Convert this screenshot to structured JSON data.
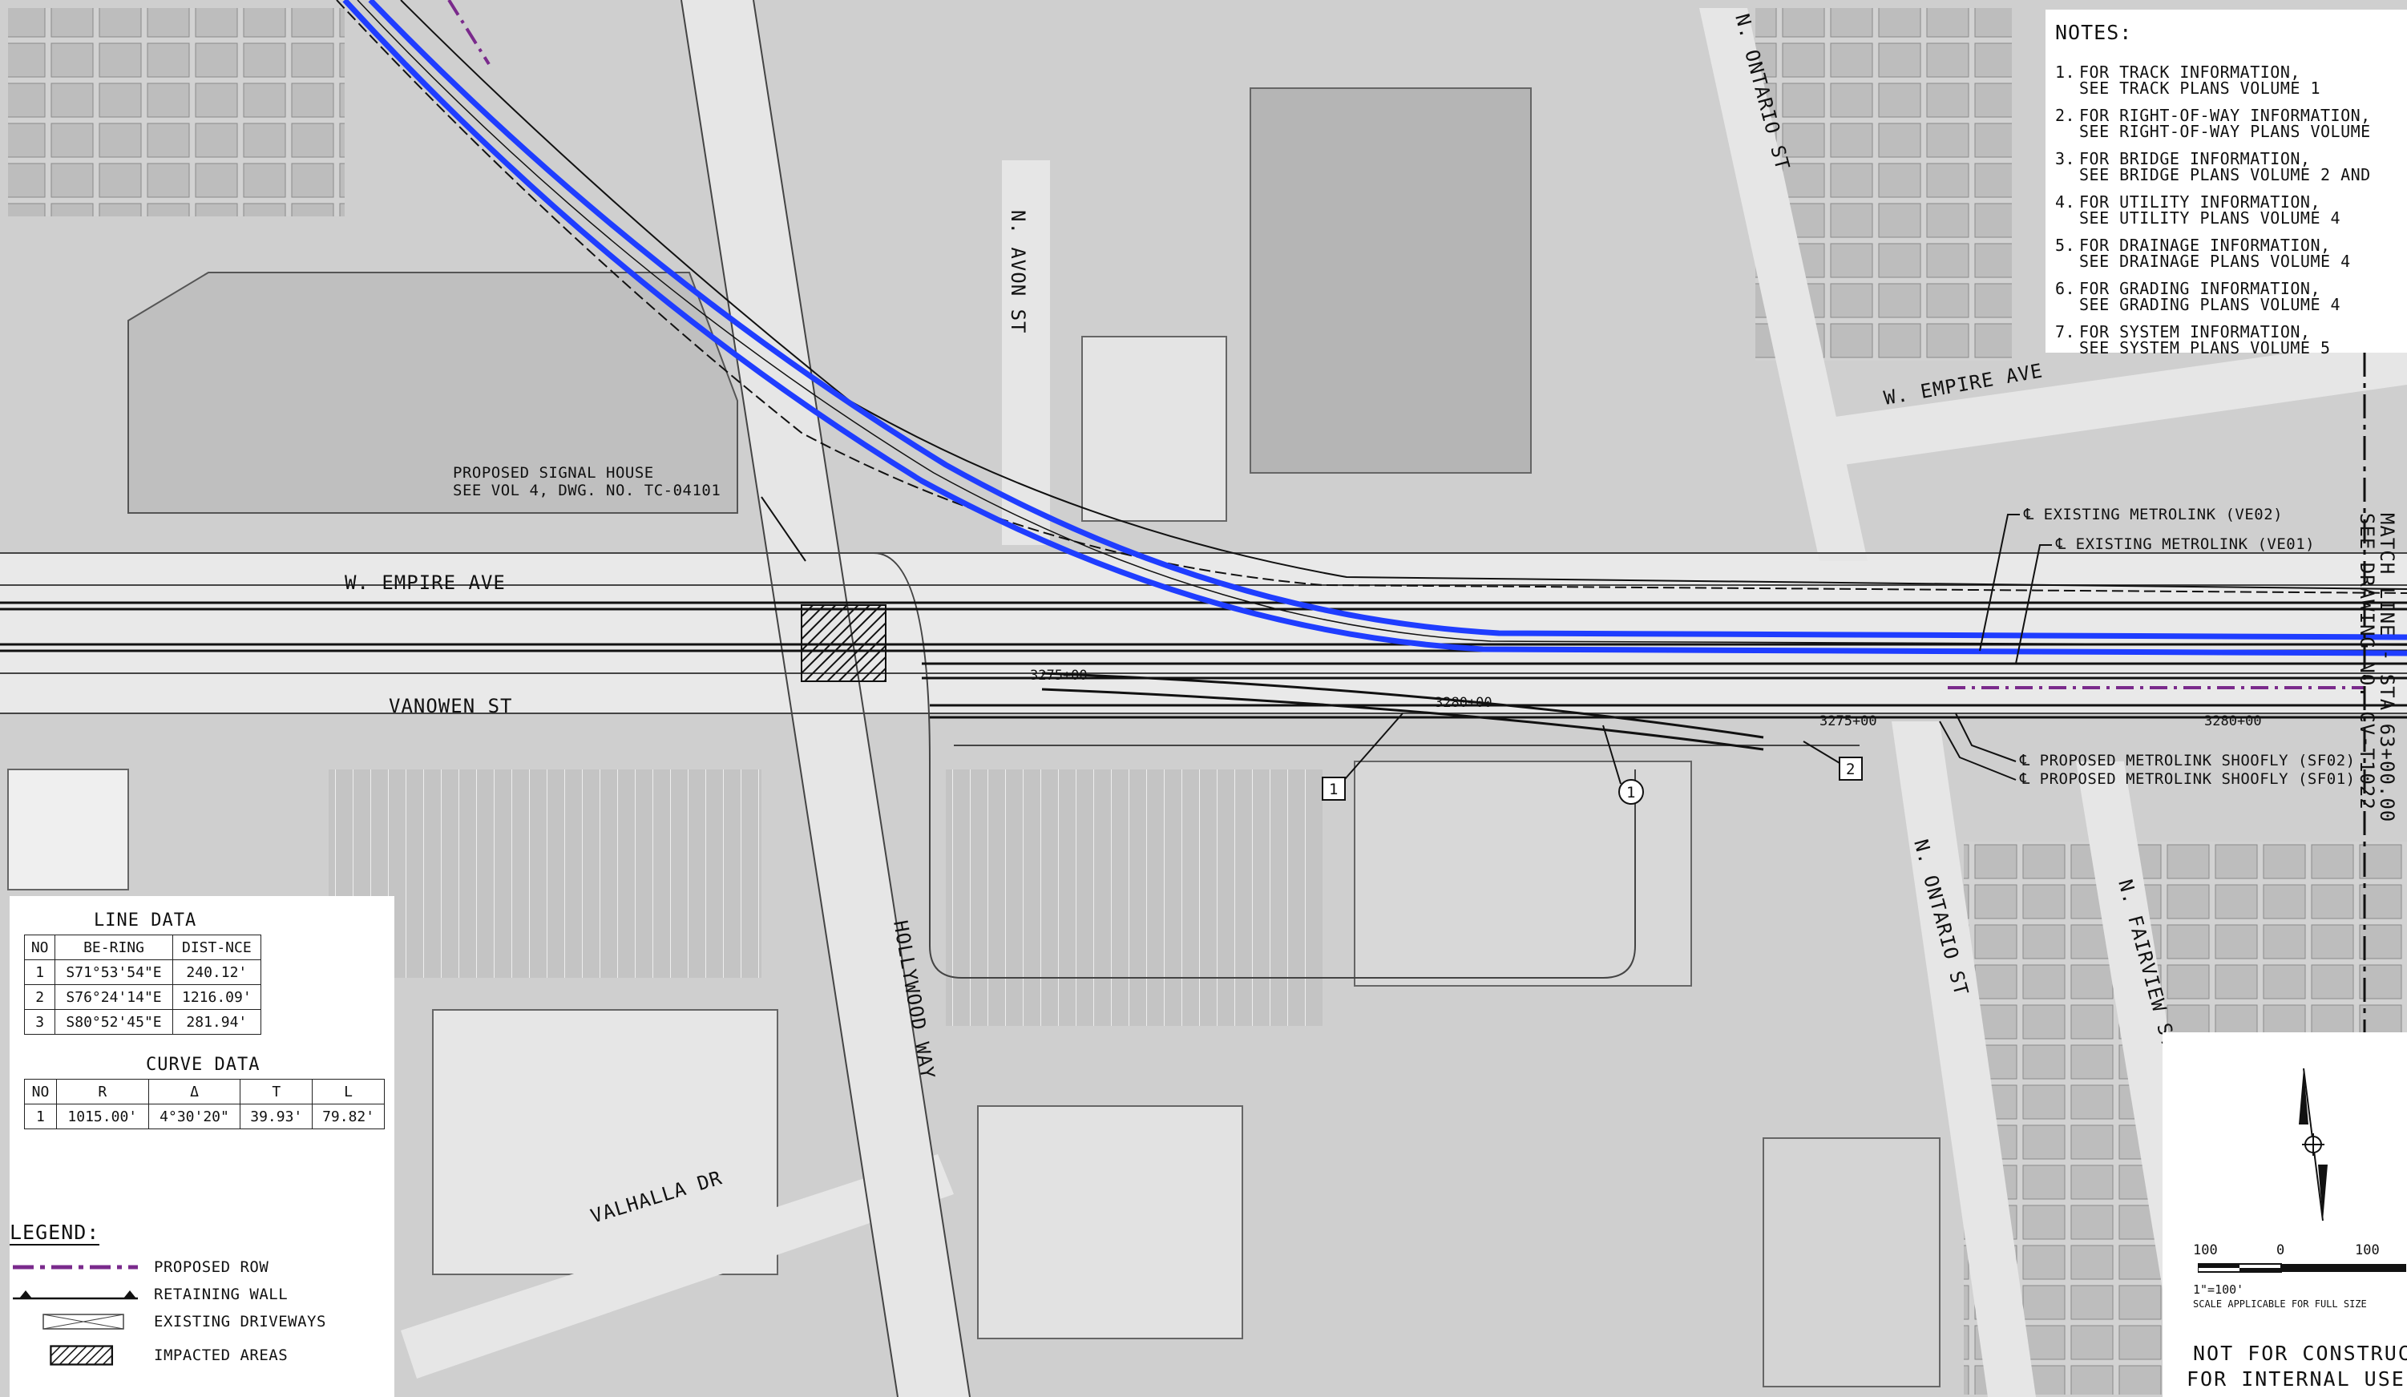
{
  "notes": {
    "title": "NOTES:",
    "items": [
      {
        "num": "1.",
        "line1": "FOR TRACK INFORMATION,",
        "line2": "SEE TRACK PLANS VOLUME 1"
      },
      {
        "num": "2.",
        "line1": "FOR RIGHT-OF-WAY INFORMATION,",
        "line2": "SEE RIGHT-OF-WAY PLANS VOLUME"
      },
      {
        "num": "3.",
        "line1": "FOR BRIDGE INFORMATION,",
        "line2": "SEE BRIDGE PLANS VOLUME 2 AND"
      },
      {
        "num": "4.",
        "line1": "FOR UTILITY INFORMATION,",
        "line2": "SEE UTILITY PLANS VOLUME 4"
      },
      {
        "num": "5.",
        "line1": "FOR DRAINAGE INFORMATION,",
        "line2": "SEE DRAINAGE PLANS VOLUME 4"
      },
      {
        "num": "6.",
        "line1": "FOR GRADING INFORMATION,",
        "line2": "SEE GRADING PLANS VOLUME 4"
      },
      {
        "num": "7.",
        "line1": "FOR SYSTEM INFORMATION,",
        "line2": "SEE SYSTEM PLANS VOLUME 5"
      }
    ]
  },
  "streets": {
    "empire_w": "W. EMPIRE AVE",
    "empire_e": "W. EMPIRE AVE",
    "vanowen": "VANOWEN ST",
    "avon": "N. AVON ST",
    "ontario_n": "N. ONTARIO ST",
    "ontario_s": "N. ONTARIO ST",
    "fairview": "N. FAIRVIEW ST",
    "hollywood": "HOLLYWOOD WAY",
    "valhalla": "VALHALLA DR"
  },
  "callouts": {
    "signal_line1": "PROPOSED SIGNAL HOUSE",
    "signal_line2": "SEE VOL 4, DWG. NO. TC-04101",
    "ve02": "℄ EXISTING METROLINK (VE02)",
    "ve01": "℄ EXISTING METROLINK (VE01)",
    "sf02": "℄ PROPOSED METROLINK SHOOFLY (SF02)",
    "sf01": "℄ PROPOSED METROLINK SHOOFLY (SF01)",
    "match_line1": "MATCH LINE - STA 63+00.00",
    "match_line2": "SEE DRAWING NO. CV-T1022",
    "marker_1": "1",
    "marker_2": "2",
    "curve_marker": "1"
  },
  "stations": [
    "3275+00",
    "3280+00",
    "3275+00",
    "3280+00"
  ],
  "line_data": {
    "title": "LINE DATA",
    "headers": [
      "NO",
      "BE-RING",
      "DIST-NCE"
    ],
    "rows": [
      [
        "1",
        "S71°53'54\"E",
        "240.12'"
      ],
      [
        "2",
        "S76°24'14\"E",
        "1216.09'"
      ],
      [
        "3",
        "S80°52'45\"E",
        "281.94'"
      ]
    ]
  },
  "curve_data": {
    "title": "CURVE DATA",
    "headers": [
      "NO",
      "R",
      "Δ",
      "T",
      "L"
    ],
    "rows": [
      [
        "1",
        "1015.00'",
        "4°30'20\"",
        "39.93'",
        "79.82'"
      ]
    ]
  },
  "legend": {
    "title": "LEGEND:",
    "items": [
      {
        "label": "PROPOSED ROW",
        "symbol": "proposed-row-line"
      },
      {
        "label": "RETAINING WALL",
        "symbol": "retaining-wall-line"
      },
      {
        "label": "EXISTING DRIVEWAYS",
        "symbol": "driveway-box"
      },
      {
        "label": "IMPACTED AREAS",
        "symbol": "hatched-box"
      }
    ]
  },
  "scale": {
    "ticks": [
      "100",
      "0",
      "100"
    ],
    "ratio": "1\"=100'",
    "note": "SCALE APPLICABLE FOR FULL SIZE"
  },
  "stamp": {
    "line1": "NOT FOR CONSTRUC",
    "line2": "FOR INTERNAL USE"
  },
  "colors": {
    "proposed_alignment": "#1f3dff",
    "proposed_row": "#7a2a8c",
    "aerial_base": "#c9c9c9"
  }
}
